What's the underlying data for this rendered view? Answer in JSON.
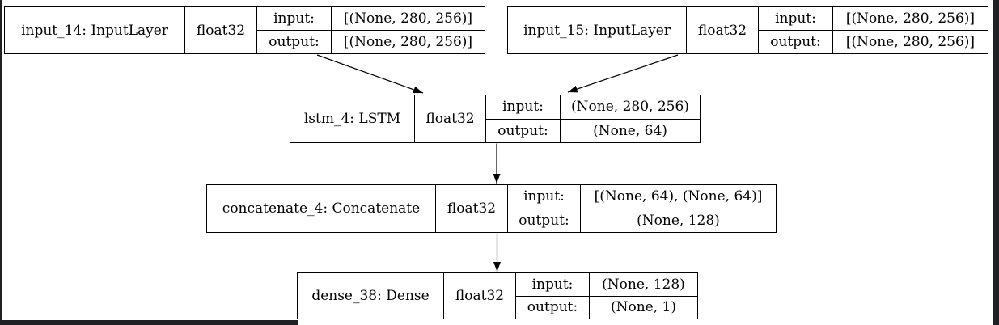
{
  "diagram": {
    "kind": "keras-model-plot",
    "background_color": "#ffffff",
    "line_color": "#000000",
    "frame_color": "#202125"
  },
  "nodes": [
    {
      "id": "input_14",
      "name": "input_14: InputLayer",
      "dtype": "float32",
      "input_label": "input:",
      "output_label": "output:",
      "input_shape": "[(None, 280, 256)]",
      "output_shape": "[(None, 280, 256)]"
    },
    {
      "id": "input_15",
      "name": "input_15: InputLayer",
      "dtype": "float32",
      "input_label": "input:",
      "output_label": "output:",
      "input_shape": "[(None, 280, 256)]",
      "output_shape": "[(None, 280, 256)]"
    },
    {
      "id": "lstm_4",
      "name": "lstm_4: LSTM",
      "dtype": "float32",
      "input_label": "input:",
      "output_label": "output:",
      "input_shape": "(None, 280, 256)",
      "output_shape": "(None, 64)"
    },
    {
      "id": "concatenate_4",
      "name": "concatenate_4: Concatenate",
      "dtype": "float32",
      "input_label": "input:",
      "output_label": "output:",
      "input_shape": "[(None, 64), (None, 64)]",
      "output_shape": "(None, 128)"
    },
    {
      "id": "dense_38",
      "name": "dense_38: Dense",
      "dtype": "float32",
      "input_label": "input:",
      "output_label": "output:",
      "input_shape": "(None, 128)",
      "output_shape": "(None, 1)"
    }
  ],
  "edges": [
    {
      "from": "input_14",
      "to": "lstm_4"
    },
    {
      "from": "input_15",
      "to": "lstm_4"
    },
    {
      "from": "lstm_4",
      "to": "concatenate_4"
    },
    {
      "from": "concatenate_4",
      "to": "dense_38"
    }
  ]
}
